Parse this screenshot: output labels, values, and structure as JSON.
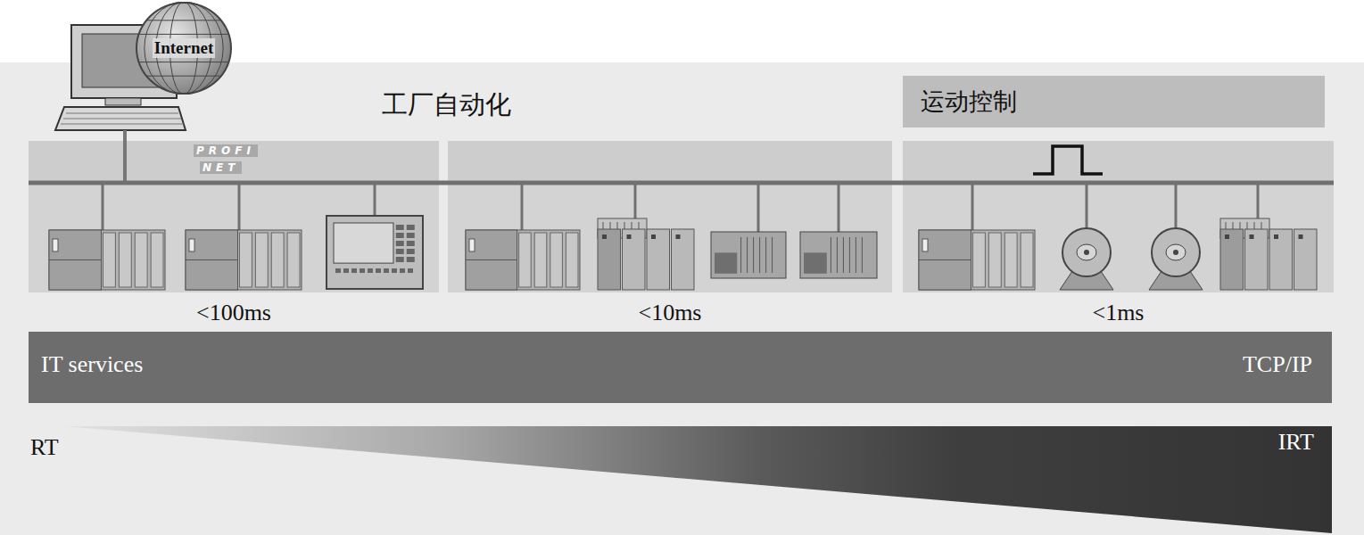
{
  "diagram": {
    "nodes": [
      {
        "text": [
          "Internet"
        ]
      },
      {
        "text": [
          "运动控制"
        ]
      },
      {
        "text": [
          "<100ms"
        ]
      },
      {
        "text": [
          "<10ms"
        ]
      },
      {
        "text": [
          "<1ms"
        ]
      },
      {
        "text": [
          "IT services",
          "TCP/IP"
        ]
      },
      {
        "text": [
          "RT",
          "IRT"
        ]
      }
    ],
    "labels": [
      "工厂自动化",
      "PROFI",
      "NET"
    ]
  }
}
